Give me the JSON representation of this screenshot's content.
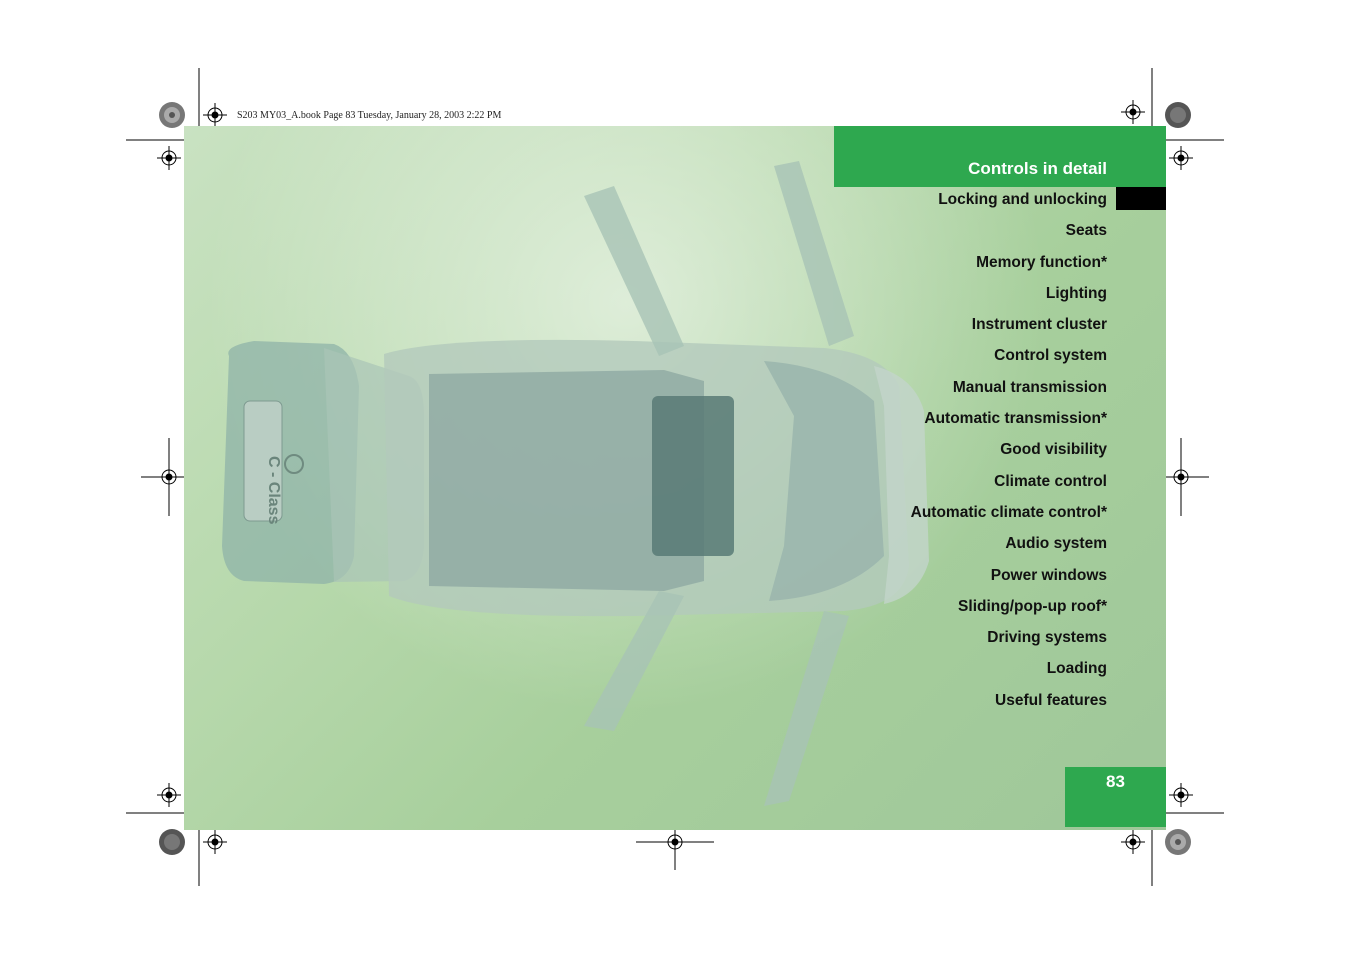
{
  "print_slug": "S203 MY03_A.book  Page 83  Tuesday, January 28, 2003  2:22 PM",
  "section_title": "Controls in detail",
  "toc": [
    "Locking and unlocking",
    "Seats",
    "Memory function*",
    "Lighting",
    "Instrument cluster",
    "Control system",
    "Manual transmission",
    "Automatic transmission*",
    "Good visibility",
    "Climate control",
    "Automatic climate control*",
    "Audio system",
    "Power windows",
    "Sliding/pop-up roof*",
    "Driving systems",
    "Loading",
    "Useful features"
  ],
  "page_number": "83",
  "colors": {
    "accent": "#2ea84f",
    "marker": "#000000",
    "photo_bg": "#b6d8ab"
  },
  "photo": {
    "badge_text": "C - Class"
  },
  "icons": [
    "registration-mark-icon",
    "color-wheel-icon",
    "mercedes-star-icon"
  ]
}
